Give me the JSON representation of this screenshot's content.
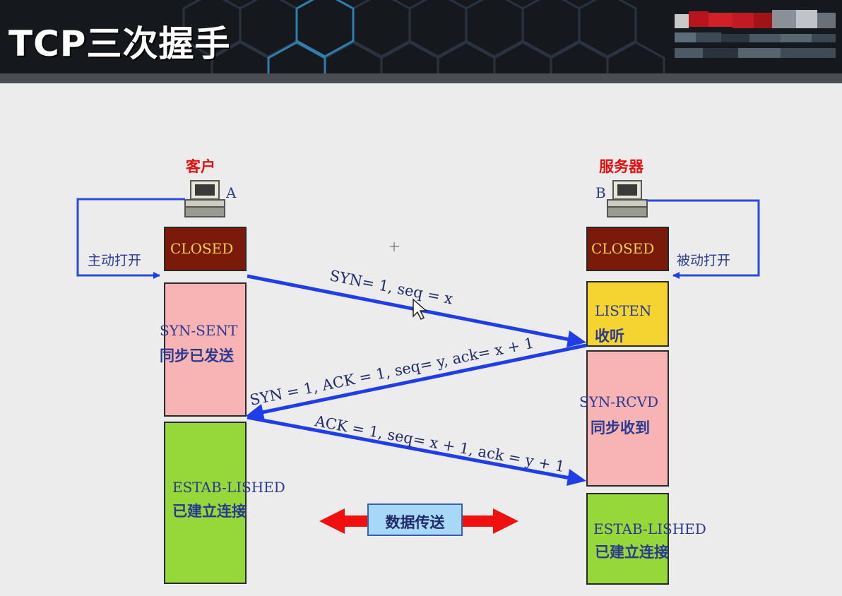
{
  "header": {
    "title": "TCP三次握手"
  },
  "client": {
    "title": "客户",
    "letter": "A",
    "open_label": "主动打开",
    "states": {
      "closed": "CLOSED",
      "syn_sent": "SYN-SENT",
      "syn_sent_cn": "同步已发送",
      "established": "ESTAB-LISHED",
      "established_cn": "已建立连接"
    }
  },
  "server": {
    "title": "服务器",
    "letter": "B",
    "open_label": "被动打开",
    "states": {
      "closed": "CLOSED",
      "listen": "LISTEN",
      "listen_cn": "收听",
      "syn_rcvd": "SYN-RCVD",
      "syn_rcvd_cn": "同步收到",
      "established": "ESTAB-LISHED",
      "established_cn": "已建立连接"
    }
  },
  "messages": {
    "syn": "SYN= 1, seq = x",
    "syn_ack": "SYN = 1, ACK = 1, seq= y, ack= x + 1",
    "ack": "ACK = 1, seq= x + 1, ack = y + 1"
  },
  "data_transfer": {
    "label": "数据传送"
  },
  "colors": {
    "closed": "#7a1a0a",
    "syn_sent": "#f8b4b4",
    "established": "#96d83a",
    "listen": "#f5d331",
    "syn_rcvd": "#f8b4b4",
    "arrow": "#1f3ee8",
    "data_arrow": "#f01010",
    "host_title": "#e01010"
  }
}
